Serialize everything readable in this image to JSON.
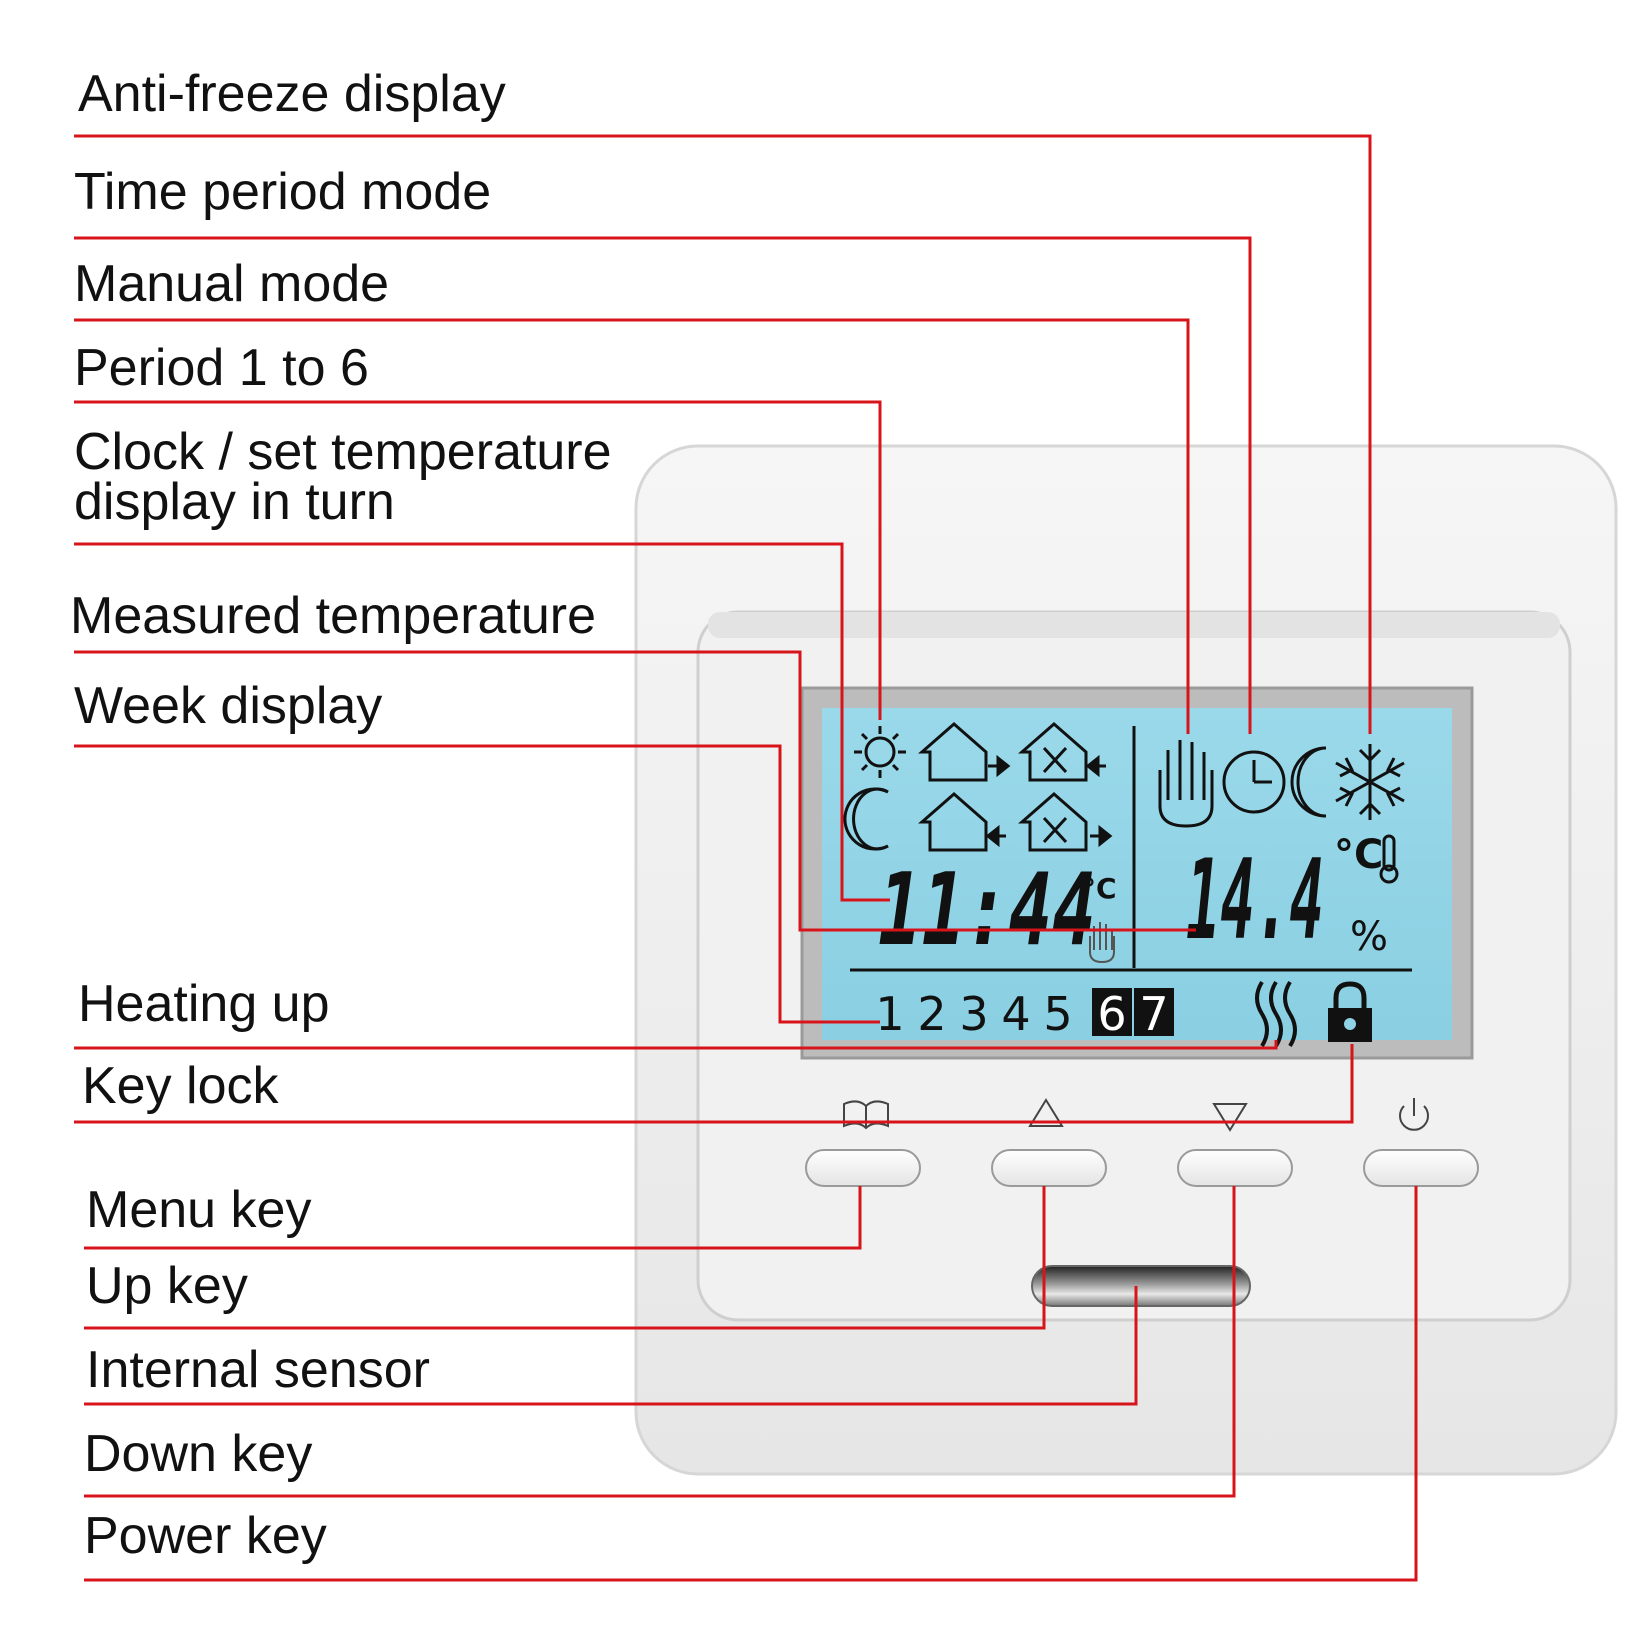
{
  "labels": {
    "anti_freeze": "Anti-freeze display",
    "time_period": "Time period mode",
    "manual_mode": "Manual mode",
    "period": "Period 1 to 6",
    "clock_line1": "Clock / set temperature",
    "clock_line2": "display in turn",
    "measured": "Measured temperature",
    "week": "Week display",
    "heating": "Heating up",
    "key_lock": "Key lock",
    "menu_key": "Menu key",
    "up_key": "Up key",
    "internal_sensor": "Internal sensor",
    "down_key": "Down key",
    "power_key": "Power key"
  },
  "lcd": {
    "clock": "11:44",
    "clock_unit": "°C",
    "measured_value": "14.4",
    "measured_unit": "°C",
    "humidity_unit": "%",
    "days": [
      "1",
      "2",
      "3",
      "4",
      "5",
      "6",
      "7"
    ]
  },
  "colors": {
    "leader_line": "#d8141b",
    "lcd_background": "#8fd3e6",
    "device_body": "#efefef"
  }
}
